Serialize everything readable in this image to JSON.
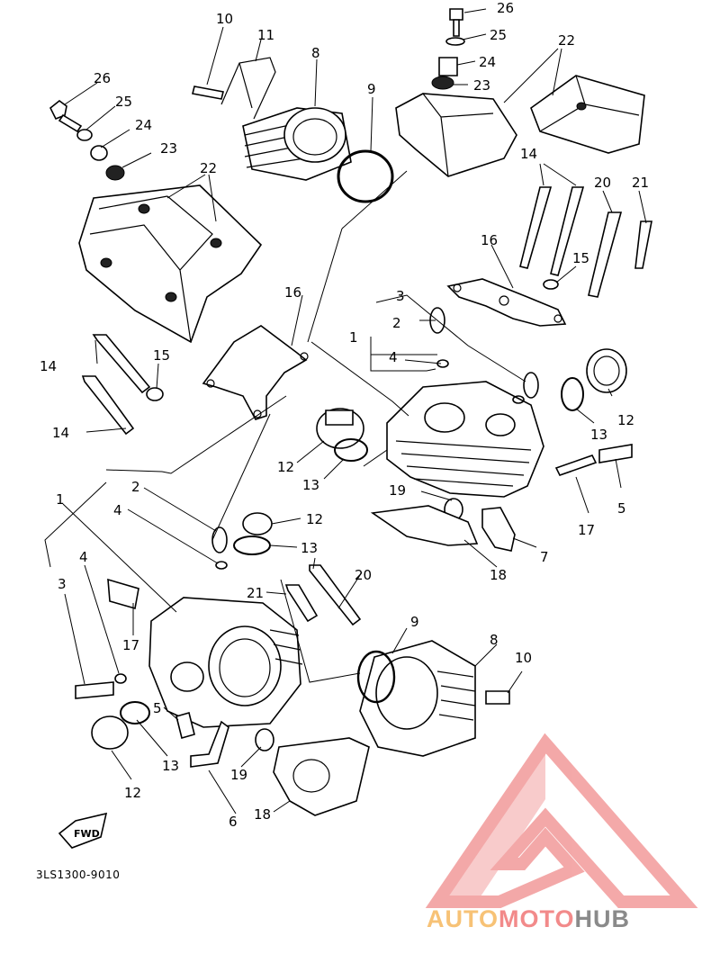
{
  "diagram": {
    "part_code": "3LS1300-9010",
    "fwd_label": "FWD",
    "callouts": [
      {
        "id": "c26a",
        "label": "26"
      },
      {
        "id": "c25a",
        "label": "25"
      },
      {
        "id": "c24a",
        "label": "24"
      },
      {
        "id": "c23a",
        "label": "23"
      },
      {
        "id": "c22a",
        "label": "22"
      },
      {
        "id": "c10a",
        "label": "10"
      },
      {
        "id": "c11a",
        "label": "11"
      },
      {
        "id": "c8a",
        "label": "8"
      },
      {
        "id": "c9a",
        "label": "9"
      },
      {
        "id": "c26b",
        "label": "26"
      },
      {
        "id": "c25b",
        "label": "25"
      },
      {
        "id": "c24b",
        "label": "24"
      },
      {
        "id": "c23b",
        "label": "23"
      },
      {
        "id": "c22b",
        "label": "22"
      },
      {
        "id": "c14a",
        "label": "14"
      },
      {
        "id": "c20a",
        "label": "20"
      },
      {
        "id": "c21a",
        "label": "21"
      },
      {
        "id": "c16a",
        "label": "16"
      },
      {
        "id": "c15a",
        "label": "15"
      },
      {
        "id": "c3a",
        "label": "3"
      },
      {
        "id": "c2a",
        "label": "2"
      },
      {
        "id": "c1a",
        "label": "1"
      },
      {
        "id": "c4a",
        "label": "4"
      },
      {
        "id": "c12a",
        "label": "12"
      },
      {
        "id": "c13a",
        "label": "13"
      },
      {
        "id": "c16b",
        "label": "16"
      },
      {
        "id": "c14b",
        "label": "14"
      },
      {
        "id": "c15b",
        "label": "15"
      },
      {
        "id": "c14c",
        "label": "14"
      },
      {
        "id": "c12b",
        "label": "12"
      },
      {
        "id": "c13b",
        "label": "13"
      },
      {
        "id": "c13c",
        "label": "13"
      },
      {
        "id": "c5a",
        "label": "5"
      },
      {
        "id": "c17a",
        "label": "17"
      },
      {
        "id": "c19a",
        "label": "19"
      },
      {
        "id": "c7a",
        "label": "7"
      },
      {
        "id": "c18a",
        "label": "18"
      },
      {
        "id": "c2b",
        "label": "2"
      },
      {
        "id": "c1b",
        "label": "1"
      },
      {
        "id": "c4b",
        "label": "4"
      },
      {
        "id": "c12c",
        "label": "12"
      },
      {
        "id": "c13d",
        "label": "13"
      },
      {
        "id": "c20b",
        "label": "20"
      },
      {
        "id": "c21b",
        "label": "21"
      },
      {
        "id": "c3b",
        "label": "3"
      },
      {
        "id": "c4c",
        "label": "4"
      },
      {
        "id": "c17b",
        "label": "17"
      },
      {
        "id": "c9b",
        "label": "9"
      },
      {
        "id": "c8b",
        "label": "8"
      },
      {
        "id": "c10b",
        "label": "10"
      },
      {
        "id": "c5b",
        "label": "5"
      },
      {
        "id": "c13e",
        "label": "13"
      },
      {
        "id": "c12d",
        "label": "12"
      },
      {
        "id": "c19b",
        "label": "19"
      },
      {
        "id": "c6a",
        "label": "6"
      },
      {
        "id": "c18b",
        "label": "18"
      }
    ]
  },
  "watermark": {
    "part1": "AUTO",
    "part2": "MOTO",
    "part3": "HUB",
    "colors": {
      "auto": "#f7c276",
      "moto": "#f28a8a",
      "hub": "#8a8a8a",
      "logo": "#f29a9a"
    }
  }
}
